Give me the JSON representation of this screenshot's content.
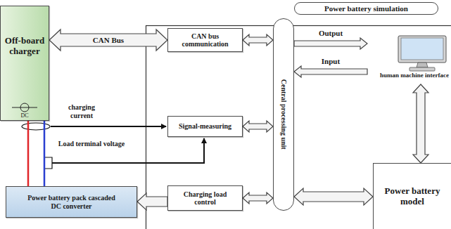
{
  "diagram": {
    "nodes": [
      {
        "text": [
          "Power battery simulation"
        ]
      },
      {
        "text": [
          "Off-board charger",
          "DC"
        ]
      },
      {
        "text": [
          "CAN bus communication"
        ]
      },
      {
        "text": [
          "Signal-measuring"
        ]
      },
      {
        "text": [
          "Charging load control"
        ]
      },
      {
        "text": [
          "Central processing unit"
        ]
      },
      {
        "text": [
          "human machine interface"
        ]
      },
      {
        "text": [
          "Power battery model"
        ]
      },
      {
        "text": [
          "Power battery pack cascaded DC converter"
        ]
      }
    ],
    "edges": [
      {
        "from": 1,
        "to": 2,
        "label": "CAN Bus",
        "arrow": "both"
      },
      {
        "from": 2,
        "to": 5,
        "arrow": "both"
      },
      {
        "from": 3,
        "to": 5,
        "arrow": "both"
      },
      {
        "from": 4,
        "to": 5,
        "arrow": "both"
      },
      {
        "from": 5,
        "to": 6,
        "label": "Output",
        "arrow": "to"
      },
      {
        "from": 6,
        "to": 5,
        "label": "Input",
        "arrow": "to"
      },
      {
        "from": 6,
        "to": 7,
        "arrow": "both"
      },
      {
        "from": 5,
        "to": 7,
        "arrow": "both"
      },
      {
        "from": 4,
        "to": 8,
        "arrow": "to"
      },
      {
        "from": 1,
        "to": 8,
        "arrow": "none"
      }
    ],
    "labels": [
      "charging current",
      "Load terminal voltage"
    ]
  }
}
